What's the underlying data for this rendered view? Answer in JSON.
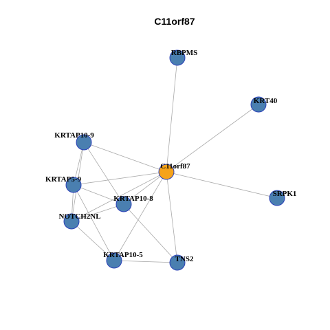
{
  "graph": {
    "title": "C11orf87",
    "colors": {
      "hub": "#f5a31a",
      "node": "#4a7fb0",
      "node_border": "#2a3fb8",
      "edge": "#aaaaaa"
    },
    "nodes": [
      {
        "id": "C11orf87",
        "label": "C11orf87",
        "hub": true
      },
      {
        "id": "RBPMS",
        "label": "RBPMS"
      },
      {
        "id": "KRT40",
        "label": "KRT40"
      },
      {
        "id": "KRTAP10-9",
        "label": "KRTAP10-9"
      },
      {
        "id": "KRTAP5-9",
        "label": "KRTAP5-9"
      },
      {
        "id": "KRTAP10-8",
        "label": "KRTAP10-8"
      },
      {
        "id": "NOTCH2NL",
        "label": "NOTCH2NL"
      },
      {
        "id": "SRPK1",
        "label": "SRPK1"
      },
      {
        "id": "KRTAP10-5",
        "label": "KRTAP10-5"
      },
      {
        "id": "TNS2",
        "label": "TNS2"
      }
    ],
    "edges": [
      [
        "C11orf87",
        "RBPMS"
      ],
      [
        "C11orf87",
        "KRT40"
      ],
      [
        "C11orf87",
        "SRPK1"
      ],
      [
        "C11orf87",
        "KRTAP10-9"
      ],
      [
        "C11orf87",
        "KRTAP5-9"
      ],
      [
        "C11orf87",
        "KRTAP10-8"
      ],
      [
        "C11orf87",
        "NOTCH2NL"
      ],
      [
        "C11orf87",
        "KRTAP10-5"
      ],
      [
        "C11orf87",
        "TNS2"
      ],
      [
        "KRTAP10-9",
        "KRTAP5-9"
      ],
      [
        "KRTAP10-9",
        "NOTCH2NL"
      ],
      [
        "KRTAP10-9",
        "KRTAP10-8"
      ],
      [
        "KRTAP5-9",
        "NOTCH2NL"
      ],
      [
        "KRTAP5-9",
        "KRTAP10-8"
      ],
      [
        "KRTAP5-9",
        "KRTAP10-5"
      ],
      [
        "NOTCH2NL",
        "KRTAP10-8"
      ],
      [
        "NOTCH2NL",
        "KRTAP10-5"
      ],
      [
        "KRTAP10-8",
        "TNS2"
      ],
      [
        "KRTAP10-5",
        "TNS2"
      ]
    ]
  }
}
